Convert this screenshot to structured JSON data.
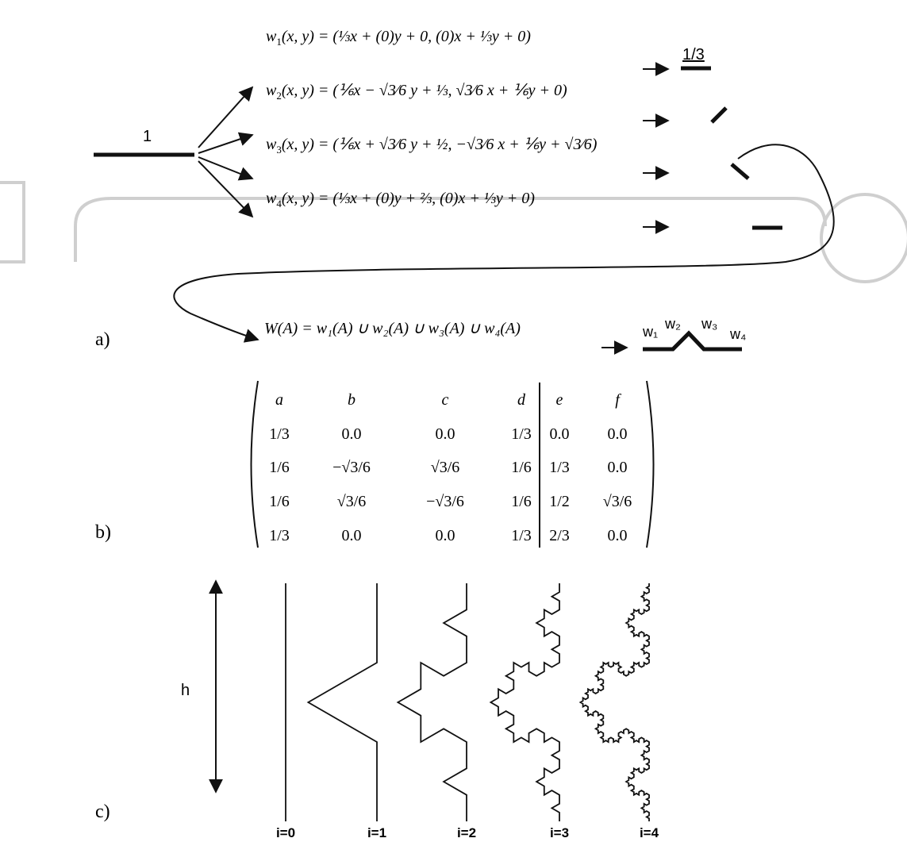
{
  "colors": {
    "ink": "#111111",
    "watermark": "#c8c8c8"
  },
  "watermark_icon": "intechopen-logo-watermark",
  "part_a": {
    "label": "a)",
    "initiator_length": "1",
    "transforms": [
      {
        "name": "w",
        "sub": "1",
        "lhs": "(x, y) = (",
        "rhs": "⅓x + (0)y + 0,   (0)x + ⅓y + 0)"
      },
      {
        "name": "w",
        "sub": "2",
        "lhs": "(x, y) = (",
        "rhs": "⅙x − √3⁄6 y + ⅓,   √3⁄6 x + ⅙y + 0)"
      },
      {
        "name": "w",
        "sub": "3",
        "lhs": "(x, y) = (",
        "rhs": "⅙x + √3⁄6 y + ½,   −√3⁄6 x + ⅙y + √3⁄6)"
      },
      {
        "name": "w",
        "sub": "4",
        "lhs": "(x, y) = (",
        "rhs": "⅓x + (0)y + ⅔,   (0)x + ⅓y + 0)"
      }
    ],
    "scale_label": "1/3",
    "union": "W(A) = w₁(A) ∪ w₂(A) ∪ w₃(A) ∪ w₄(A)",
    "segment_labels": [
      "w₁",
      "w₂",
      "w₃",
      "w₄"
    ]
  },
  "part_b": {
    "label": "b)",
    "headers": [
      "a",
      "b",
      "c",
      "d",
      "e",
      "f"
    ],
    "rows": [
      [
        "1/3",
        "0.0",
        "0.0",
        "1/3",
        "0.0",
        "0.0"
      ],
      [
        "1/6",
        "−√3/6",
        "√3/6",
        "1/6",
        "1/3",
        "0.0"
      ],
      [
        "1/6",
        "√3/6",
        "−√3/6",
        "1/6",
        "1/2",
        "√3/6"
      ],
      [
        "1/3",
        "0.0",
        "0.0",
        "1/3",
        "2/3",
        "0.0"
      ]
    ]
  },
  "part_c": {
    "label": "c)",
    "height_label": "h",
    "iterations": [
      "i=0",
      "i=1",
      "i=2",
      "i=3",
      "i=4"
    ]
  }
}
